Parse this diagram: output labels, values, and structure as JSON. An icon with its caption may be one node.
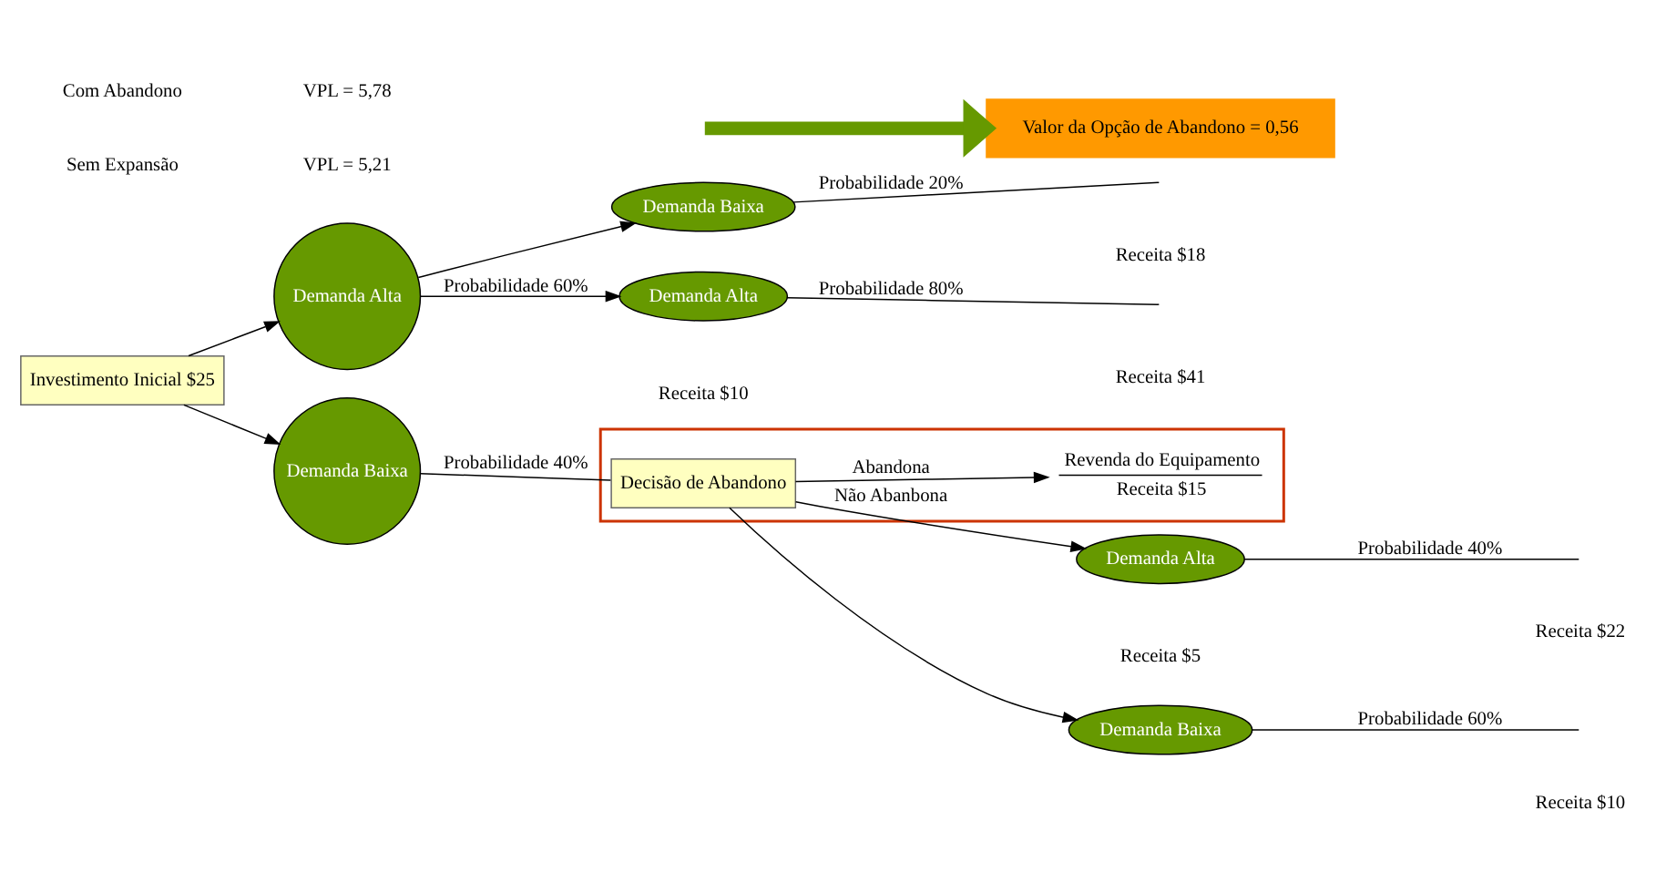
{
  "diagram": {
    "nodes": [
      {
        "text": [
          "Investimento Inicial $25"
        ]
      },
      {
        "text": [
          "Demanda Alta"
        ]
      },
      {
        "text": [
          "Demanda Baixa"
        ]
      },
      {
        "text": [
          "Demanda Alta"
        ]
      },
      {
        "text": [
          "Demanda Baixa"
        ]
      },
      {
        "text": [],
        "shape": "box"
      },
      {
        "text": [
          "Decisão de Abandono"
        ],
        "in": 5
      },
      {
        "text": [
          "Demanda Alta"
        ]
      },
      {
        "text": [
          "Demanda Baixa"
        ]
      },
      {
        "text": [
          "Revenda do Equipamento",
          "Receita $15"
        ],
        "in": 5
      },
      {
        "text": [
          "Valor da Opção de Abandono = 0,56"
        ]
      }
    ],
    "edges": [
      {
        "from": 0,
        "to": 1,
        "arrow": "to"
      },
      {
        "from": 0,
        "to": 2,
        "arrow": "to"
      },
      {
        "from": 1,
        "to": 3,
        "arrow": "to",
        "label": "Probabilidade 60%"
      },
      {
        "from": 1,
        "to": 4,
        "arrow": "to"
      },
      {
        "from": 2,
        "to": 6,
        "arrow": "none",
        "label": "Probabilidade 40%"
      },
      {
        "from": 6,
        "to": 7,
        "arrow": "to",
        "label": "Não Abanbona"
      },
      {
        "from": 6,
        "to": 8,
        "arrow": "to"
      },
      {
        "from": 6,
        "to": 9,
        "arrow": "to",
        "label": "Abandona"
      },
      {
        "from": 3,
        "to": null,
        "arrow": "none",
        "label": "Probabilidade 80%"
      },
      {
        "from": 4,
        "to": null,
        "arrow": "none",
        "label": "Probabilidade 20%"
      },
      {
        "from": 7,
        "to": null,
        "arrow": "none",
        "label": "Probabilidade 40%"
      },
      {
        "from": 8,
        "to": null,
        "arrow": "none",
        "label": "Probabilidade 60%"
      },
      {
        "from": null,
        "to": 10,
        "arrow": "to",
        "style": "thick",
        "color": "#669900"
      }
    ],
    "labels": [
      "Receita $41",
      "Receita $10",
      "Receita $18",
      "Receita $22",
      "Receita $10",
      "Receita $5",
      "Com Abandono",
      "VPL = 5,78",
      "Sem Expansão",
      "VPL = 5,21"
    ]
  }
}
